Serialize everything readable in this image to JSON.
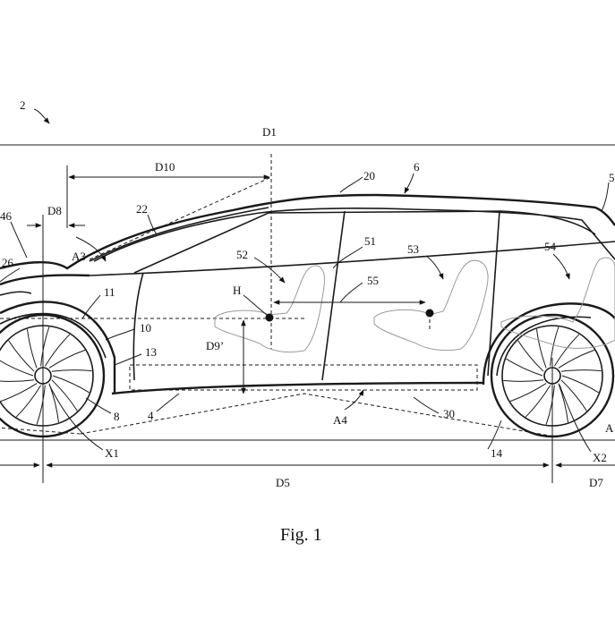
{
  "figure": {
    "caption": "Fig. 1",
    "reference_numerals": [
      "2",
      "6",
      "20",
      "22",
      "26",
      "46",
      "51",
      "52",
      "53",
      "54",
      "55",
      "5",
      "11",
      "10",
      "13",
      "8",
      "4",
      "30",
      "14",
      "H"
    ],
    "dimension_labels": [
      "D1",
      "D10",
      "D8",
      "D9’",
      "D5",
      "D7"
    ],
    "angle_labels": [
      "A3",
      "A4",
      "A"
    ],
    "axis_labels": [
      "X1",
      "X2"
    ]
  }
}
